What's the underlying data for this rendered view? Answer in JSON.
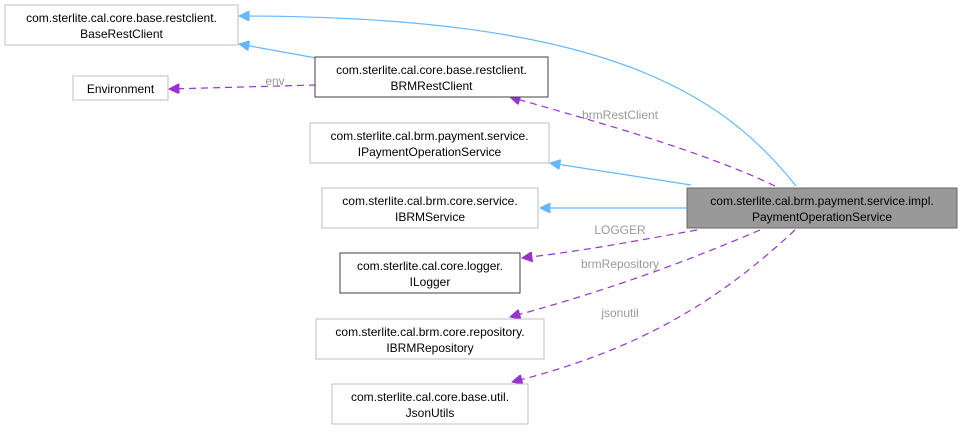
{
  "diagram": {
    "nodes": {
      "base_rest_client": {
        "line1": "com.sterlite.cal.core.base.restclient.",
        "line2": "BaseRestClient"
      },
      "environment": {
        "line1": "Environment"
      },
      "brm_rest_client": {
        "line1": "com.sterlite.cal.core.base.restclient.",
        "line2": "BRMRestClient"
      },
      "ipayment_operation_service": {
        "line1": "com.sterlite.cal.brm.payment.service.",
        "line2": "IPaymentOperationService"
      },
      "ibrm_service": {
        "line1": "com.sterlite.cal.brm.core.service.",
        "line2": "IBRMService"
      },
      "ilogger": {
        "line1": "com.sterlite.cal.core.logger.",
        "line2": "ILogger"
      },
      "ibrm_repository": {
        "line1": "com.sterlite.cal.brm.core.repository.",
        "line2": "IBRMRepository"
      },
      "json_utils": {
        "line1": "com.sterlite.cal.core.base.util.",
        "line2": "JsonUtils"
      },
      "payment_operation_service": {
        "line1": "com.sterlite.cal.brm.payment.service.impl.",
        "line2": "PaymentOperationService"
      }
    },
    "edge_labels": {
      "env": "env",
      "brm_rest_client": "brmRestClient",
      "logger": "LOGGER",
      "brm_repository": "brmRepository",
      "jsonutil": "jsonutil"
    },
    "colors": {
      "inheritance": "#63b8ff",
      "usage": "#9a32cd",
      "focus_fill": "#999999",
      "node_border_gray": "#bfbfbf",
      "node_border_dark": "#404040"
    }
  }
}
